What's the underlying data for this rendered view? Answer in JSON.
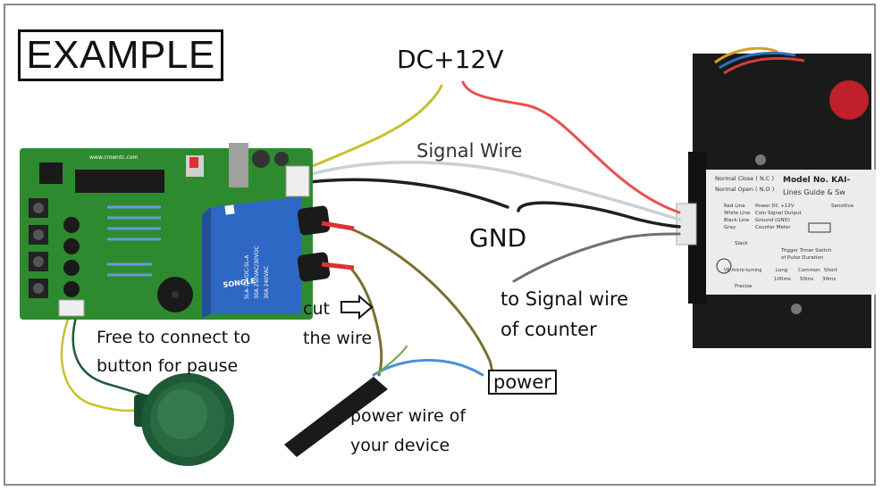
{
  "example_title": "EXAMPLE",
  "labels": {
    "dc_voltage": "DC+12V",
    "signal_wire": "Signal Wire",
    "gnd": "GND",
    "to_signal_line1": "to Signal wire",
    "to_signal_line2": "of counter",
    "cut_line1": "cut",
    "cut_line2": "the wire",
    "free_line1": "Free to connect to",
    "free_line2": "button for pause",
    "power": "power",
    "power_wire_line1": "power wire of",
    "power_wire_line2": "your device"
  },
  "device_panel": {
    "model": "Model No. KAI-",
    "subtitle": "Lines Guide & Sw",
    "nc": "Normal Close ( N.C )",
    "no": "Normal Open ( N.O )",
    "red_line": "Red Line",
    "white_line": "White Line",
    "black_line": "Black Line",
    "gray_line": "Gray",
    "power_dc": "Power DC +12V",
    "coin_signal": "Coin Signal Output",
    "ground": "Ground (GND)",
    "counter_meter": "Counter Meter",
    "sensitive": "Sensitive",
    "trigger": "Trigger Timer Switch",
    "pulse": "of Pulse Duration",
    "long": "Long",
    "long_val": "100ms",
    "common": "Common",
    "common_val": "50ms",
    "short": "Short",
    "short_val": "30ms",
    "slack": "Slack",
    "precise": "Precise",
    "micro": "VR micro-turning"
  },
  "relay_text": {
    "brand": "SONGLE",
    "model": "SLA-12VDC-SL-A",
    "rating1": "30A 250VAC/30VDC",
    "rating2": "30A 240VAC"
  },
  "board_text": {
    "url": "www.crowntc.com"
  },
  "colors": {
    "yellow_wire": "#c8c030",
    "red_wire": "#e85050",
    "white_wire": "#c8d0d8",
    "black_wire": "#202020",
    "gray_wire": "#707070",
    "olive_wire": "#7a7030",
    "board_green": "#2e8a2e",
    "relay_blue": "#2f67c4",
    "button_green": "#1f5a36"
  }
}
